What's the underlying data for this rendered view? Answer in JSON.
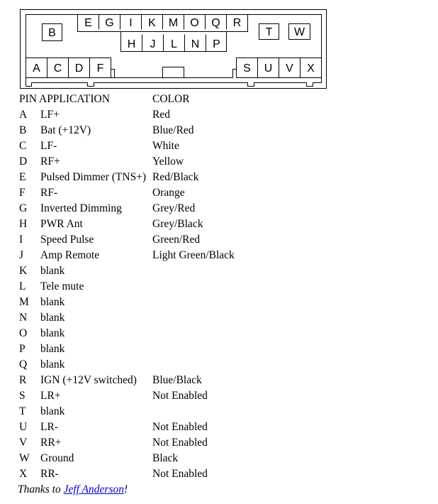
{
  "connector": {
    "pins_upper_row": [
      "E",
      "G",
      "I",
      "K",
      "M",
      "O",
      "Q",
      "R"
    ],
    "pins_middle_row": [
      "H",
      "J",
      "L",
      "N",
      "P"
    ],
    "pins_bottom_left": [
      "A",
      "C",
      "D",
      "F"
    ],
    "pins_bottom_right": [
      "S",
      "U",
      "V",
      "X"
    ],
    "pin_B": "B",
    "pin_T": "T",
    "pin_W": "W"
  },
  "table": {
    "headers": {
      "pin_app": "PIN APPLICATION",
      "color": "COLOR"
    },
    "rows": [
      {
        "pin": "A",
        "application": "LF+",
        "color": "Red"
      },
      {
        "pin": "B",
        "application": "Bat (+12V)",
        "color": "Blue/Red"
      },
      {
        "pin": "C",
        "application": "LF-",
        "color": "White"
      },
      {
        "pin": "D",
        "application": "RF+",
        "color": "Yellow"
      },
      {
        "pin": "E",
        "application": "Pulsed Dimmer (TNS+)",
        "color": "Red/Black"
      },
      {
        "pin": "F",
        "application": "RF-",
        "color": "Orange"
      },
      {
        "pin": "G",
        "application": "Inverted Dimming",
        "color": "Grey/Red"
      },
      {
        "pin": "H",
        "application": "PWR Ant",
        "color": "Grey/Black"
      },
      {
        "pin": "I",
        "application": "Speed Pulse",
        "color": "Green/Red"
      },
      {
        "pin": "J",
        "application": "Amp Remote",
        "color": "Light Green/Black"
      },
      {
        "pin": "K",
        "application": "blank",
        "color": ""
      },
      {
        "pin": "L",
        "application": "Tele mute",
        "color": ""
      },
      {
        "pin": "M",
        "application": "blank",
        "color": ""
      },
      {
        "pin": "N",
        "application": "blank",
        "color": ""
      },
      {
        "pin": "O",
        "application": "blank",
        "color": ""
      },
      {
        "pin": "P",
        "application": "blank",
        "color": ""
      },
      {
        "pin": "Q",
        "application": "blank",
        "color": ""
      },
      {
        "pin": "R",
        "application": "IGN (+12V switched)",
        "color": "Blue/Black"
      },
      {
        "pin": "S",
        "application": "LR+",
        "color": "Not Enabled"
      },
      {
        "pin": "T",
        "application": "blank",
        "color": ""
      },
      {
        "pin": "U",
        "application": "LR-",
        "color": "Not Enabled"
      },
      {
        "pin": "V",
        "application": "RR+",
        "color": "Not Enabled"
      },
      {
        "pin": "W",
        "application": "Ground",
        "color": "Black"
      },
      {
        "pin": "X",
        "application": "RR-",
        "color": "Not Enabled"
      }
    ]
  },
  "footer": {
    "thanks_prefix": "Thanks to ",
    "author_link": "Jeff Anderson",
    "thanks_suffix": "!"
  }
}
